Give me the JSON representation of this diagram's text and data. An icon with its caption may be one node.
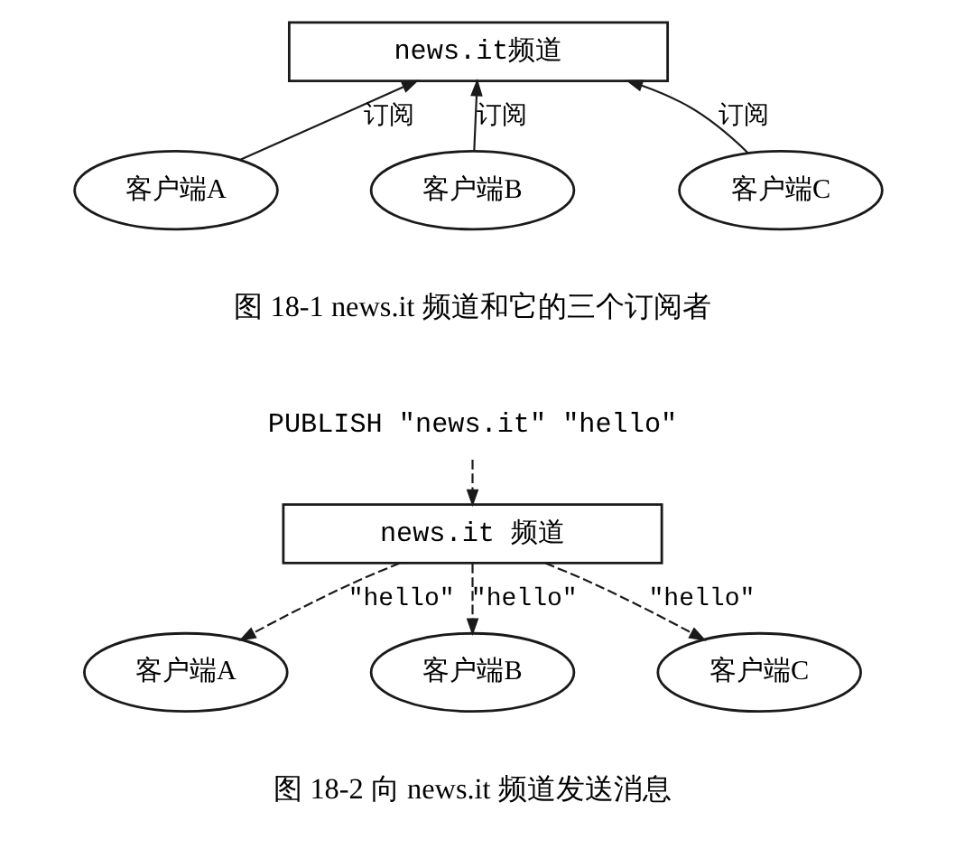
{
  "diagram": {
    "nodes": [
      {
        "text": [
          "news.it频道"
        ]
      },
      {
        "text": [
          "客户端A"
        ]
      },
      {
        "text": [
          "客户端B"
        ]
      },
      {
        "text": [
          "客户端C"
        ]
      },
      {
        "text": [
          "PUBLISH \"news.it\" \"hello\""
        ]
      },
      {
        "text": [
          "news.it 频道"
        ]
      },
      {
        "text": [
          "客户端A"
        ]
      },
      {
        "text": [
          "客户端B"
        ]
      },
      {
        "text": [
          "客户端C"
        ]
      }
    ],
    "edges": [
      {
        "from": 1,
        "to": 0,
        "arrow": "to",
        "label": "订阅"
      },
      {
        "from": 2,
        "to": 0,
        "arrow": "to",
        "label": "订阅"
      },
      {
        "from": 3,
        "to": 0,
        "arrow": "to",
        "label": "订阅"
      },
      {
        "from": 4,
        "to": 5,
        "arrow": "to",
        "style": "dashed"
      },
      {
        "from": 5,
        "to": 6,
        "arrow": "to",
        "label": "\"hello\"",
        "style": "dashed"
      },
      {
        "from": 5,
        "to": 7,
        "arrow": "to",
        "label": "\"hello\"",
        "style": "dashed"
      },
      {
        "from": 5,
        "to": 8,
        "arrow": "to",
        "label": "\"hello\"",
        "style": "dashed"
      }
    ],
    "labels": [
      "图 18-1 news.it 频道和它的三个订阅者",
      "图 18-2 向 news.it 频道发送消息"
    ]
  }
}
